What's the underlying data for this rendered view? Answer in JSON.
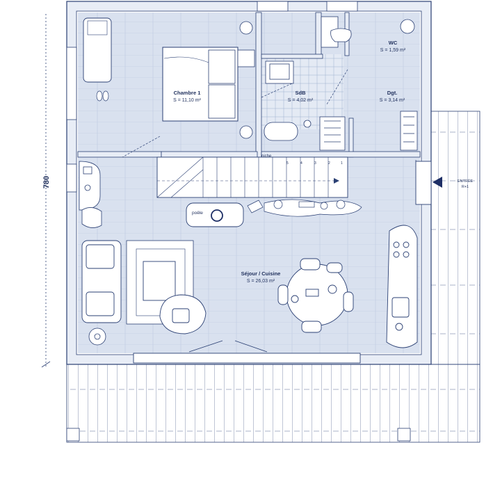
{
  "dimensions": {
    "height_label": "780"
  },
  "rooms": {
    "bedroom": {
      "name": "Chambre 1",
      "area": "S = 11,10 m²"
    },
    "bathroom": {
      "name": "SdB",
      "area": "S = 4,02 m²"
    },
    "wc": {
      "name": "WC",
      "area": "S = 1,59 m²"
    },
    "hall": {
      "name": "Dgt.",
      "area": "S = 3,14 m²"
    },
    "living": {
      "name": "Séjour / Cuisine",
      "area": "S = 26,03 m²"
    }
  },
  "labels": {
    "niche": "niche",
    "stove": "poêle",
    "entry": "ENTRÉE",
    "entry_level": "R+1"
  },
  "stair_steps": [
    "5",
    "4",
    "3",
    "2",
    "1"
  ],
  "colors": {
    "floor": "#d9e1ef",
    "wall": "#e8edf6",
    "line": "#2a3f73",
    "deck": "#ffffff",
    "accent": "#1e2f66"
  }
}
